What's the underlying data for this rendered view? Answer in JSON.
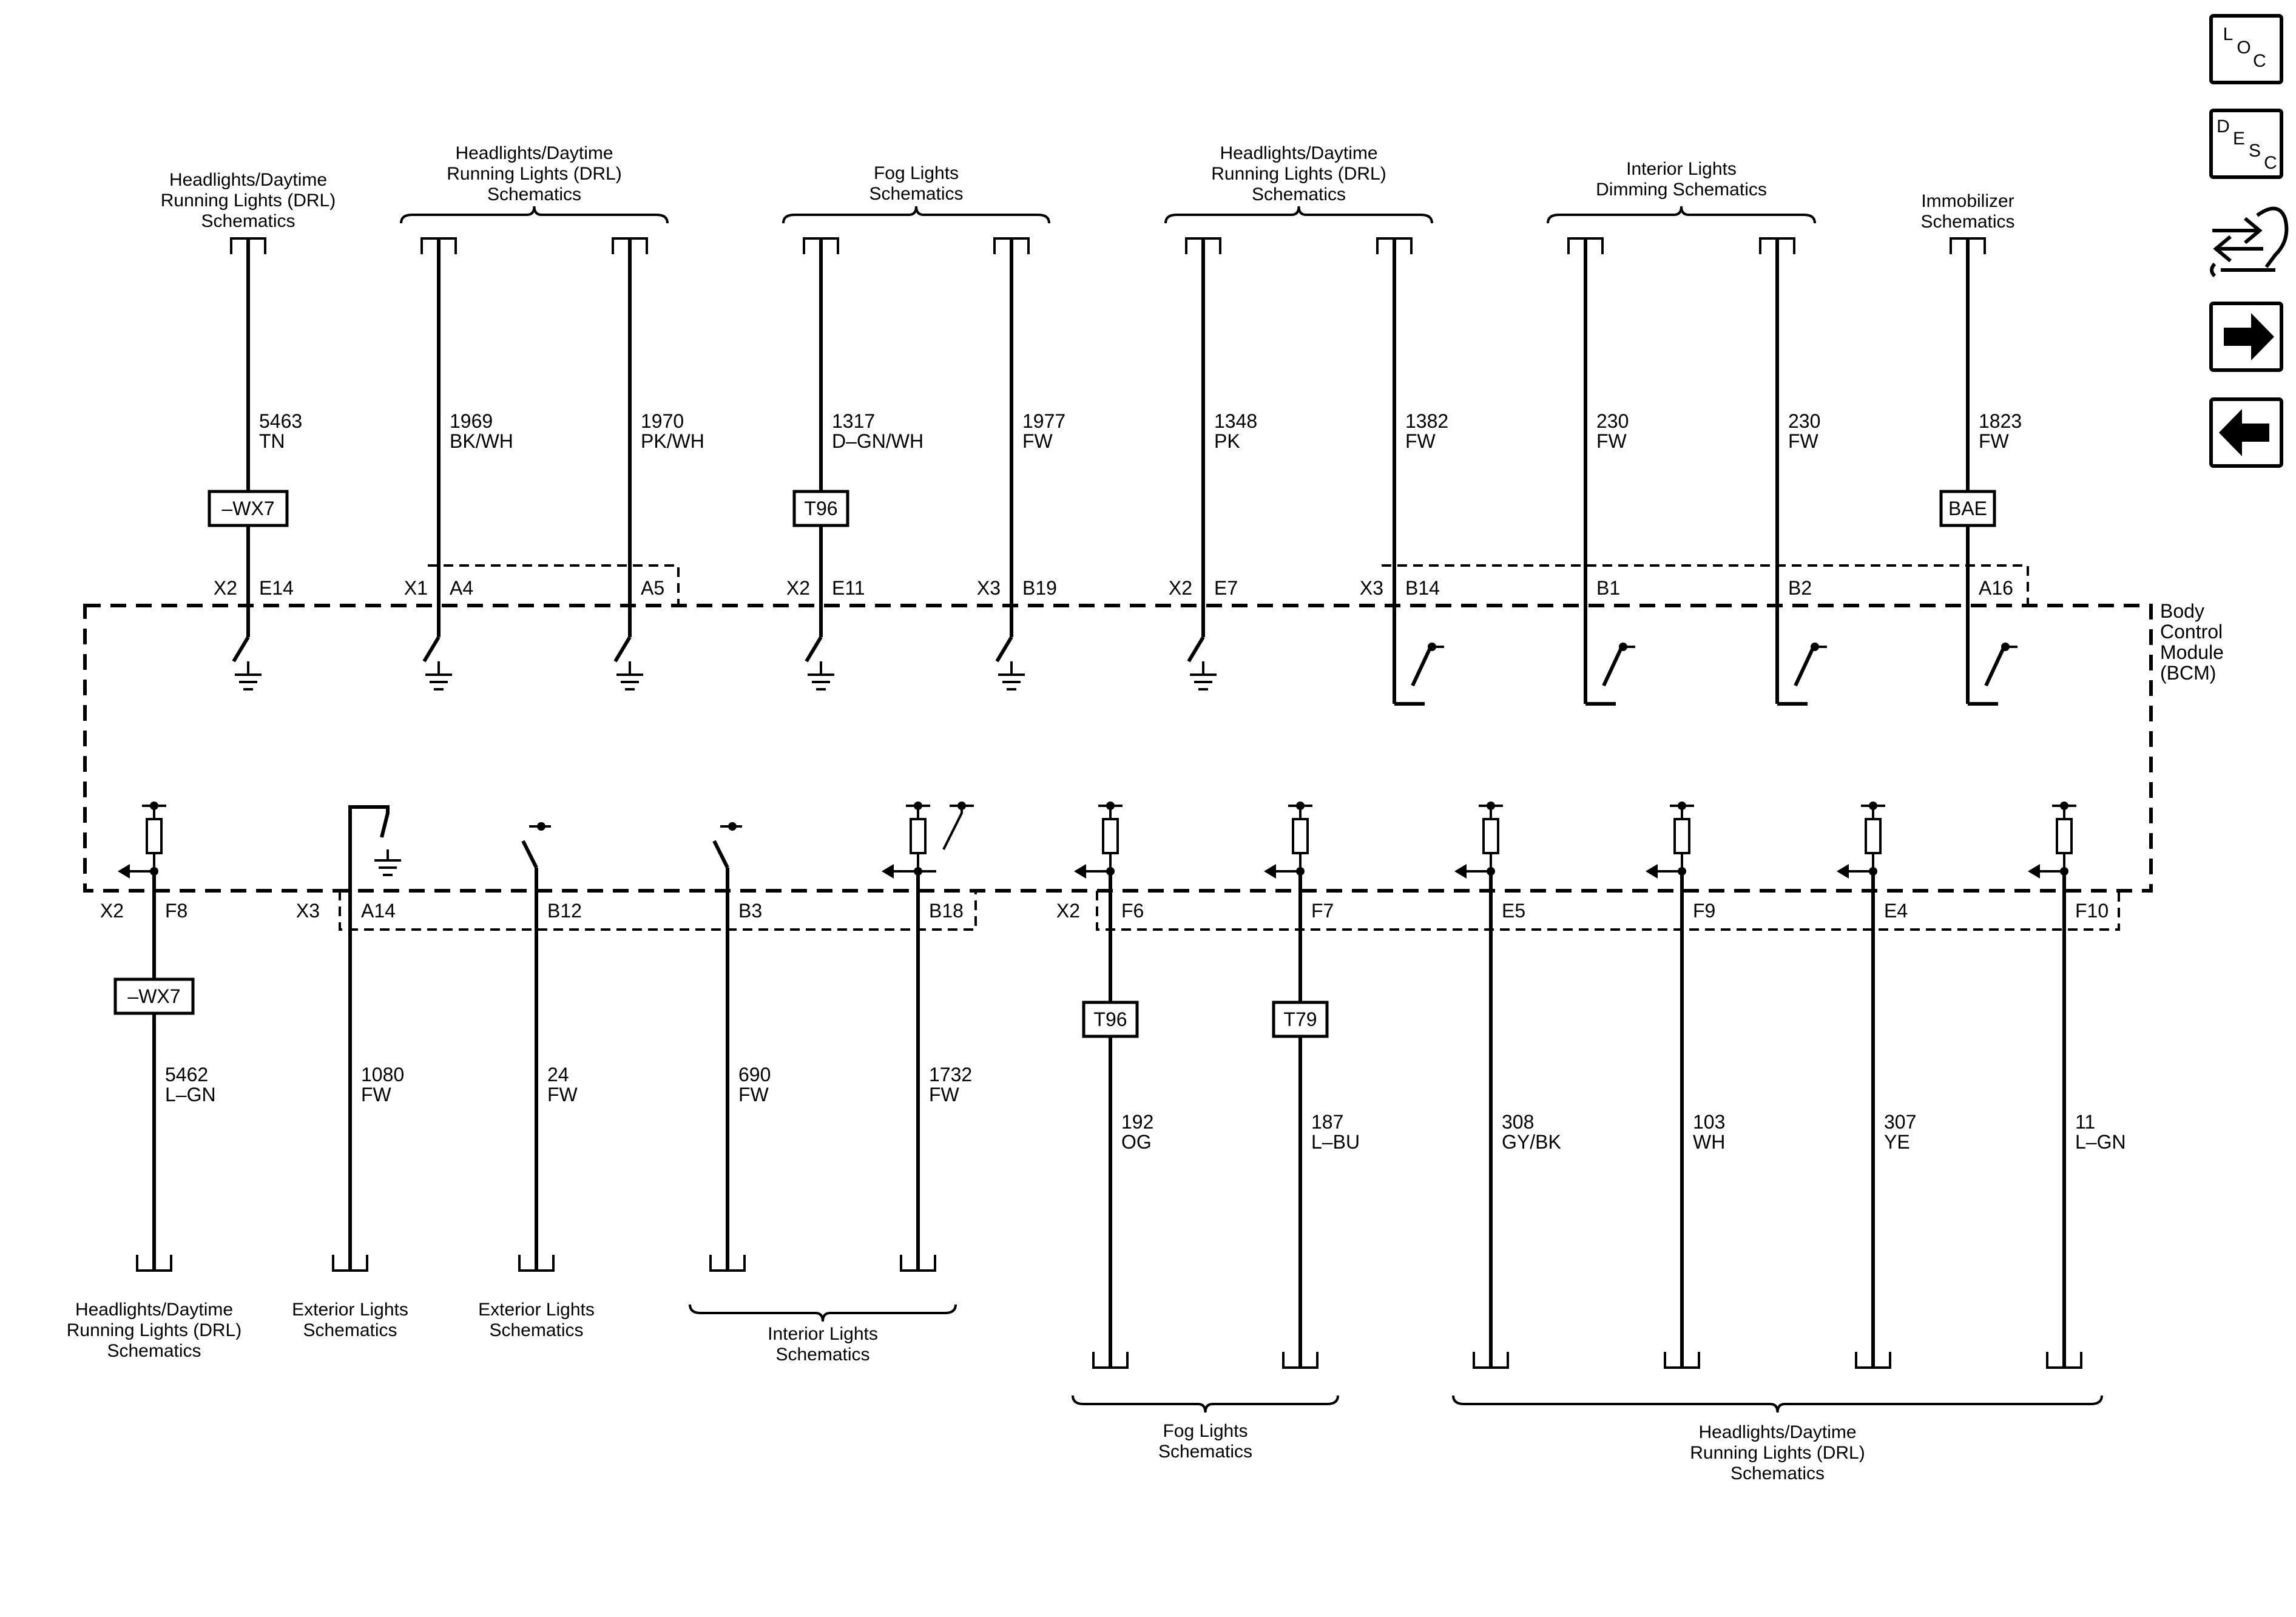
{
  "module": {
    "lines": [
      "Body",
      "Control",
      "Module",
      "(BCM)"
    ]
  },
  "top_groups": [
    {
      "lines": [
        "Headlights/Daytime",
        "Running Lights (DRL)",
        "Schematics"
      ]
    },
    {
      "lines": [
        "Headlights/Daytime",
        "Running Lights (DRL)",
        "Schematics"
      ]
    },
    {
      "lines": [
        "Fog Lights",
        "Schematics"
      ]
    },
    {
      "lines": [
        "Headlights/Daytime",
        "Running Lights (DRL)",
        "Schematics"
      ]
    },
    {
      "lines": [
        "Interior Lights",
        "Dimming Schematics"
      ]
    },
    {
      "lines": [
        "Immobilizer",
        "Schematics"
      ]
    }
  ],
  "top_wires": [
    {
      "circuit": "5463",
      "color": "TN",
      "connector": "X2",
      "pin": "E14",
      "option": "–WX7"
    },
    {
      "circuit": "1969",
      "color": "BK/WH",
      "connector": "X1",
      "pin": "A4",
      "option": ""
    },
    {
      "circuit": "1970",
      "color": "PK/WH",
      "connector": "",
      "pin": "A5",
      "option": ""
    },
    {
      "circuit": "1317",
      "color": "D–GN/WH",
      "connector": "X2",
      "pin": "E11",
      "option": "T96"
    },
    {
      "circuit": "1977",
      "color": "FW",
      "connector": "X3",
      "pin": "B19",
      "option": ""
    },
    {
      "circuit": "1348",
      "color": "PK",
      "connector": "X2",
      "pin": "E7",
      "option": ""
    },
    {
      "circuit": "1382",
      "color": "FW",
      "connector": "X3",
      "pin": "B14",
      "option": ""
    },
    {
      "circuit": "230",
      "color": "FW",
      "connector": "",
      "pin": "B1",
      "option": ""
    },
    {
      "circuit": "230",
      "color": "FW",
      "connector": "",
      "pin": "B2",
      "option": ""
    },
    {
      "circuit": "1823",
      "color": "FW",
      "connector": "",
      "pin": "A16",
      "option": "BAE"
    }
  ],
  "bottom_wires": [
    {
      "circuit": "5462",
      "color": "L–GN",
      "connector": "X2",
      "pin": "F8",
      "option": "–WX7"
    },
    {
      "circuit": "1080",
      "color": "FW",
      "connector": "X3",
      "pin": "A14",
      "option": ""
    },
    {
      "circuit": "24",
      "color": "FW",
      "connector": "",
      "pin": "B12",
      "option": ""
    },
    {
      "circuit": "690",
      "color": "FW",
      "connector": "",
      "pin": "B3",
      "option": ""
    },
    {
      "circuit": "1732",
      "color": "FW",
      "connector": "",
      "pin": "B18",
      "option": ""
    },
    {
      "circuit": "192",
      "color": "OG",
      "connector": "X2",
      "pin": "F6",
      "option": "T96"
    },
    {
      "circuit": "187",
      "color": "L–BU",
      "connector": "",
      "pin": "F7",
      "option": "T79"
    },
    {
      "circuit": "308",
      "color": "GY/BK",
      "connector": "",
      "pin": "E5",
      "option": ""
    },
    {
      "circuit": "103",
      "color": "WH",
      "connector": "",
      "pin": "F9",
      "option": ""
    },
    {
      "circuit": "307",
      "color": "YE",
      "connector": "",
      "pin": "E4",
      "option": ""
    },
    {
      "circuit": "11",
      "color": "L–GN",
      "connector": "",
      "pin": "F10",
      "option": ""
    }
  ],
  "bottom_groups": [
    {
      "lines": [
        "Headlights/Daytime",
        "Running Lights (DRL)",
        "Schematics"
      ]
    },
    {
      "lines": [
        "Exterior Lights",
        "Schematics"
      ]
    },
    {
      "lines": [
        "Exterior Lights",
        "Schematics"
      ]
    },
    {
      "lines": [
        "Interior Lights",
        "Schematics"
      ]
    },
    {
      "lines": [
        "Fog Lights",
        "Schematics"
      ]
    },
    {
      "lines": [
        "Headlights/Daytime",
        "Running Lights (DRL)",
        "Schematics"
      ]
    }
  ],
  "nav": {
    "loc": [
      "L",
      "O",
      "C"
    ],
    "desc": [
      "D",
      "E",
      "S",
      "C"
    ],
    "icons": [
      "connector-wrench-icon",
      "arrow-right-icon",
      "arrow-left-icon"
    ]
  }
}
